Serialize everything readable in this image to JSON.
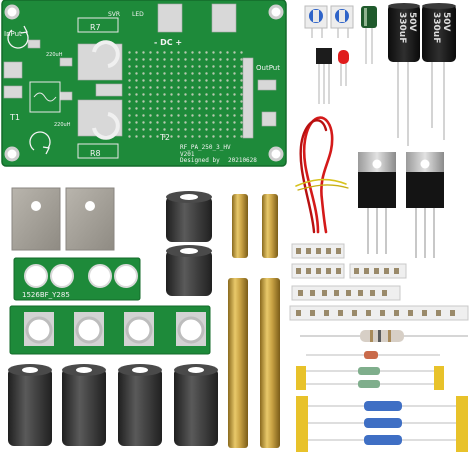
{
  "main_pcb": {
    "labels": {
      "input": "InPut",
      "output": "OutPut",
      "power": "- DC +",
      "board_name": "RF_PA_250_3_HV",
      "version": "V201",
      "designed_by": "Designed by",
      "date": "20210628",
      "r7": "R7",
      "r8": "R8",
      "t1": "T1",
      "t2": "T2",
      "led": "LED",
      "svr": "SVR",
      "c1": "220uH",
      "c2": "220uH"
    }
  },
  "capacitors": [
    {
      "value": "330uF",
      "voltage": "50V"
    },
    {
      "value": "330uF",
      "voltage": "50V"
    }
  ],
  "ferrite_pcb": {
    "label": "1526BF_Y285"
  },
  "colors": {
    "pcb_green": "#1e8a3a",
    "pcb_dark": "#16702e",
    "ferrite": "#3a3a3a",
    "brass": "#c9a244",
    "wire_red": "#d41a1a"
  }
}
